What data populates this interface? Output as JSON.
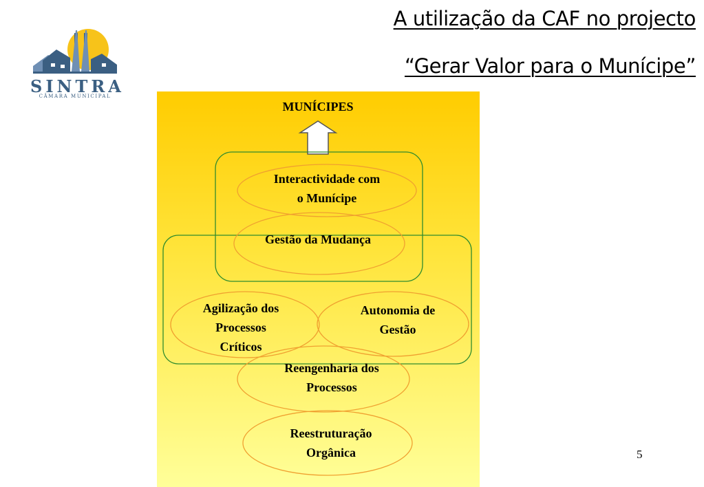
{
  "slide": {
    "title_line1": "A utilização da CAF no projecto",
    "title_line2": "“Gerar Valor para o Munícipe”",
    "page_number": "5"
  },
  "logo": {
    "name": "SINTRA",
    "subtitle": "CÂMARA MUNICIPAL",
    "colors": {
      "sun": "#f7c31a",
      "blue": "#3b5f82",
      "light_blue": "#6f8fb4"
    }
  },
  "diagram": {
    "top_label": "MUNÍCIPES",
    "nodes": [
      {
        "line1": "Interactividade com",
        "line2": "o Munícipe"
      },
      {
        "line1": "Gestão da Mudança",
        "line2": ""
      },
      {
        "line1": "Agilização dos",
        "line2": "Processos",
        "line3": "Críticos"
      },
      {
        "line1": "Autonomia de",
        "line2": "Gestão"
      },
      {
        "line1": "Reengenharia dos",
        "line2": "Processos"
      },
      {
        "line1": "Reestruturação",
        "line2": "Orgânica"
      }
    ],
    "colors": {
      "ellipse_stroke": "#f0a030",
      "box_stroke": "#2e8b2e",
      "panel_top": "#ffcc00",
      "panel_bottom": "#ffff99"
    }
  }
}
